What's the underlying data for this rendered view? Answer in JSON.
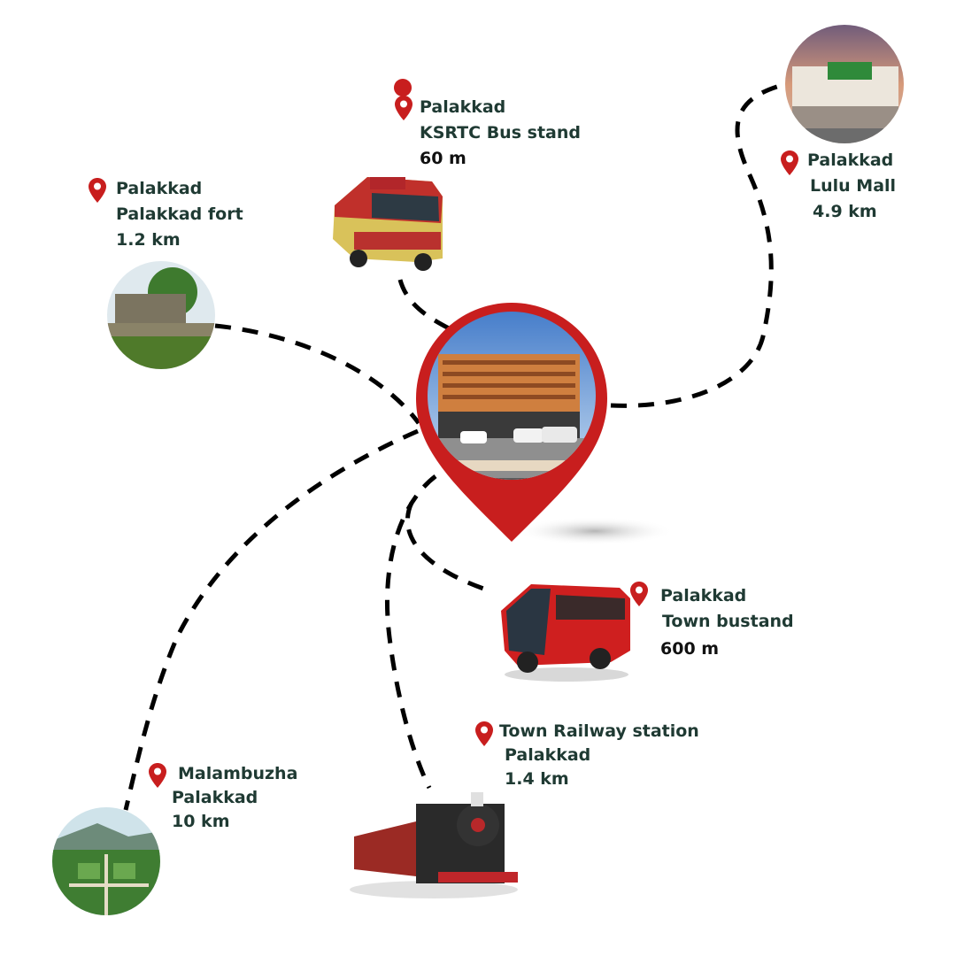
{
  "colors": {
    "accent": "#c81e1e",
    "text": "#1f3a33",
    "route": "#000000"
  },
  "center": {
    "icon": "location-pin-icon",
    "image": "building-photo"
  },
  "places": {
    "bus_stand": {
      "line1": "Palakkad",
      "line2": "KSRTC Bus stand",
      "distance": "60 m",
      "image": "ksrtc-bus"
    },
    "fort": {
      "line1": "Palakkad",
      "line2": "Palakkad fort",
      "distance": "1.2 km",
      "image": "fort-photo"
    },
    "lulu": {
      "line1": "Palakkad",
      "line2": "Lulu Mall",
      "distance": "4.9 km",
      "image": "mall-photo"
    },
    "town_bus": {
      "line1": "Palakkad",
      "line2": "Town bustand",
      "distance": "600 m",
      "image": "red-bus"
    },
    "railway": {
      "line1": "Town Railway station",
      "line2": "Palakkad",
      "distance": "1.4 km",
      "image": "steam-train"
    },
    "malambuzha": {
      "line1": "Malambuzha",
      "line2": "Palakkad",
      "distance": "10 km",
      "image": "garden-photo"
    }
  }
}
